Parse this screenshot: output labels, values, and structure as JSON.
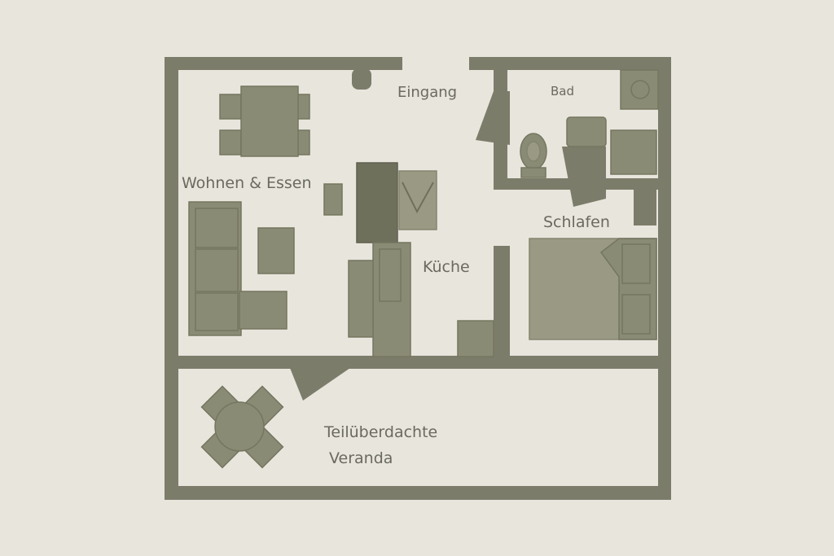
{
  "colors": {
    "background": "#e8e5dd",
    "wall": "#7c7c6a",
    "furniture": "#8a8b75",
    "label": "#6a6a5e"
  },
  "rooms": {
    "entrance": "Eingang",
    "bath": "Bad",
    "living_dining": "Wohnen & Essen",
    "bedroom": "Schlafen",
    "kitchen": "Küche",
    "veranda_line1": "Teilüberdachte",
    "veranda_line2": "Veranda"
  }
}
